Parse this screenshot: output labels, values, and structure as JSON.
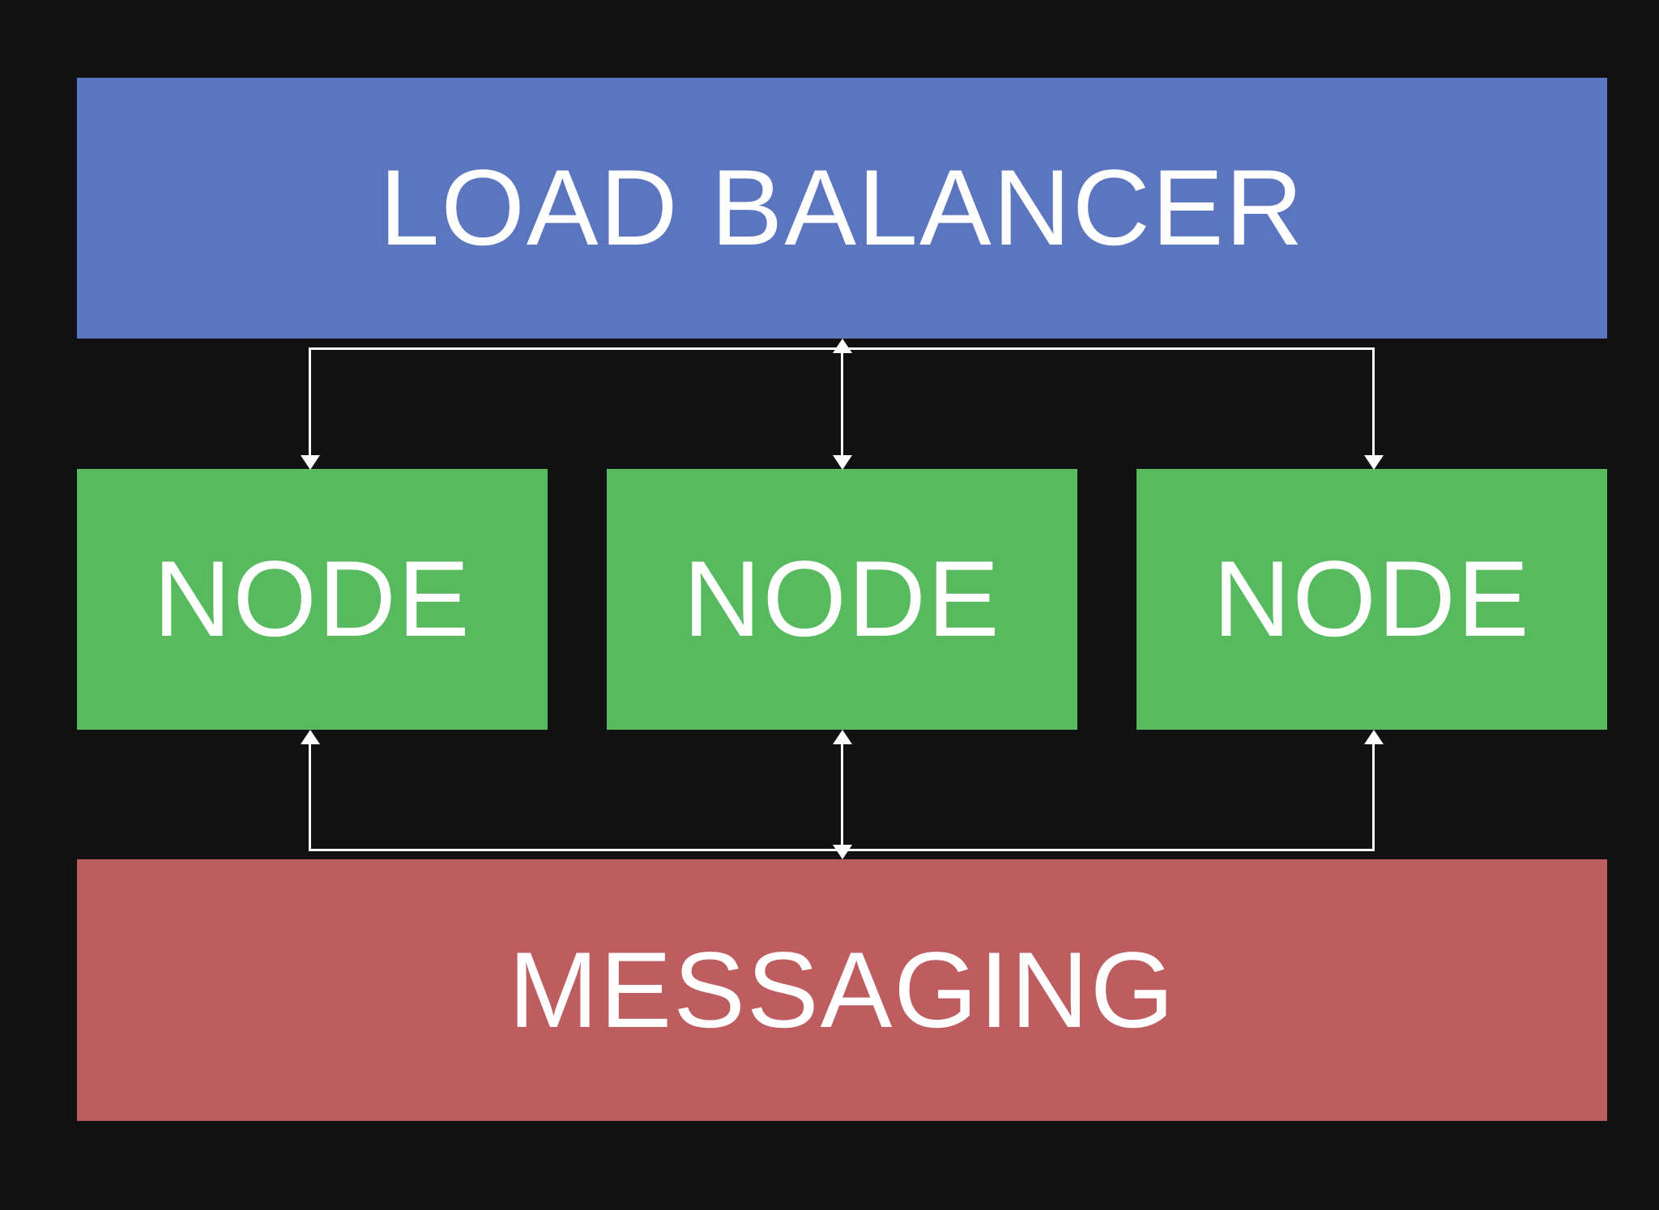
{
  "diagram": {
    "load_balancer": {
      "label": "LOAD BALANCER"
    },
    "nodes": [
      {
        "label": "NODE"
      },
      {
        "label": "NODE"
      },
      {
        "label": "NODE"
      }
    ],
    "messaging": {
      "label": "MESSAGING"
    },
    "edges": [
      {
        "from": "load-balancer",
        "to": "node-1",
        "arrowheads": [
          "node-1"
        ]
      },
      {
        "from": "load-balancer",
        "to": "node-2",
        "arrowheads": [
          "load-balancer",
          "node-2"
        ]
      },
      {
        "from": "load-balancer",
        "to": "node-3",
        "arrowheads": [
          "node-3"
        ]
      },
      {
        "from": "messaging",
        "to": "node-1",
        "arrowheads": [
          "node-1"
        ]
      },
      {
        "from": "messaging",
        "to": "node-2",
        "arrowheads": [
          "messaging",
          "node-2"
        ]
      },
      {
        "from": "messaging",
        "to": "node-3",
        "arrowheads": [
          "node-3"
        ]
      }
    ]
  },
  "colors": {
    "background": "#111111",
    "load_balancer": "#5b76bf",
    "node": "#58ba5e",
    "messaging": "#bd5d60",
    "connector": "#ffffff",
    "text": "#ffffff"
  }
}
